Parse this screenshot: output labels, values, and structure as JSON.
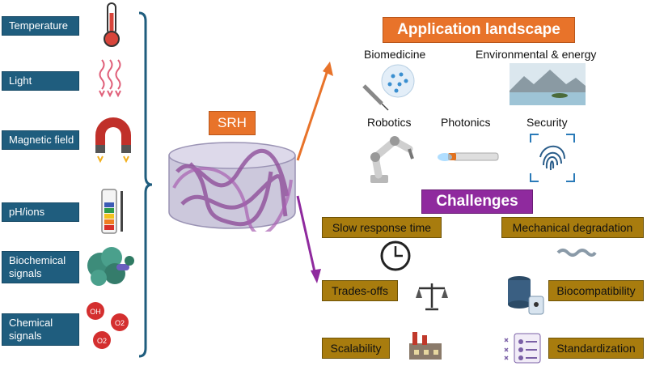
{
  "stimuli": [
    {
      "label": "Temperature",
      "icon": "thermometer-icon"
    },
    {
      "label": "Light",
      "icon": "light-waves-icon"
    },
    {
      "label": "Magnetic field",
      "icon": "magnet-icon"
    },
    {
      "label": "pH/ions",
      "icon": "ph-test-tube-icon"
    },
    {
      "label": "Biochemical\nsignals",
      "icon": "protein-icon"
    },
    {
      "label": "Chemical\nsignals",
      "icon": "chemical-species-icon"
    }
  ],
  "species": {
    "oh": "OH",
    "o2": "O2"
  },
  "center": {
    "label": "SRH"
  },
  "applications": {
    "title": "Application landscape",
    "items": [
      "Biomedicine",
      "Environmental & energy",
      "Robotics",
      "Photonics",
      "Security"
    ]
  },
  "challenges": {
    "title": "Challenges",
    "items": [
      "Slow response time",
      "Mechanical degradation",
      "Trades-offs",
      "Biocompatibility",
      "Scalability",
      "Standardization"
    ]
  },
  "colors": {
    "stimulus_box": "#1f5d7e",
    "srh_box": "#e8732a",
    "applications_box": "#e8732a",
    "challenges_box": "#8f2a9e",
    "challenge_item_box": "#a87c0e",
    "arrow_up": "#e8732a",
    "arrow_down": "#8f2a9e",
    "bracket": "#1f5d7e"
  }
}
